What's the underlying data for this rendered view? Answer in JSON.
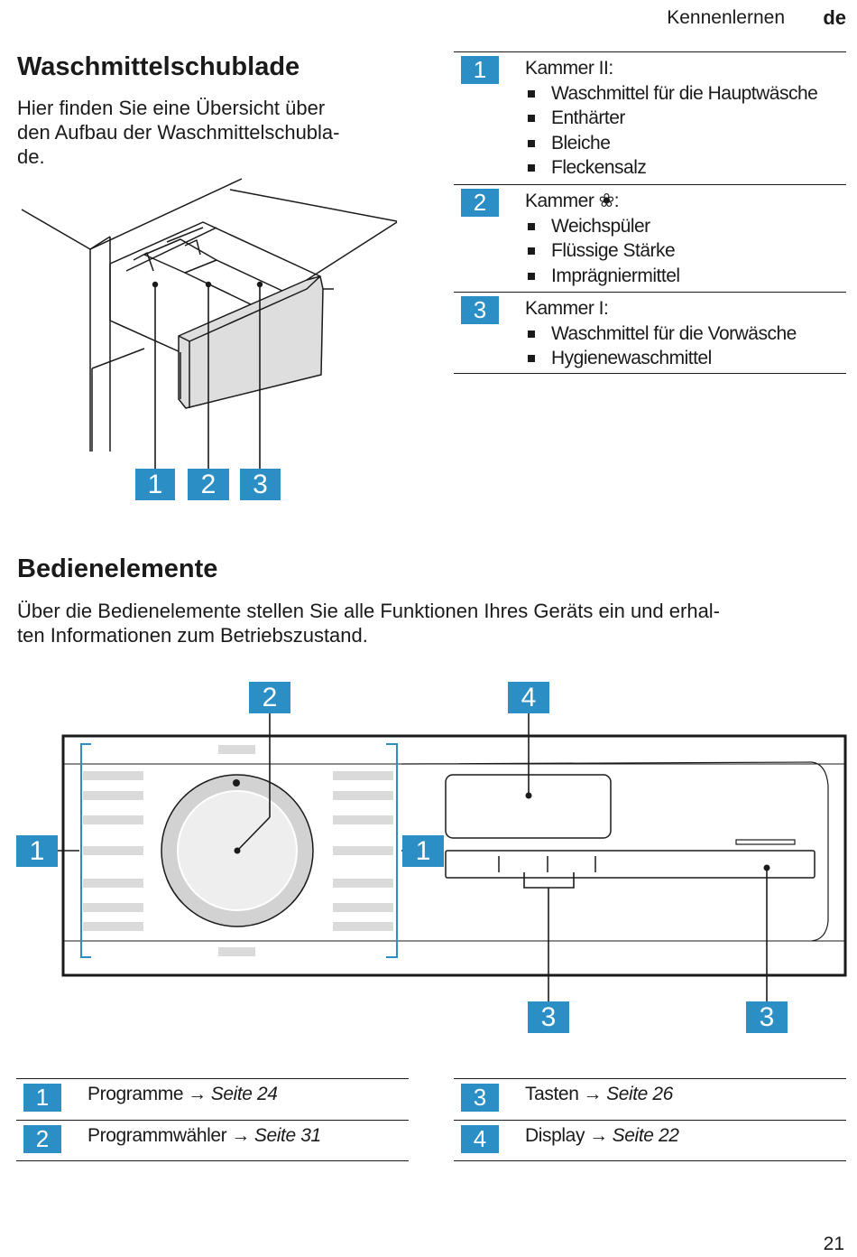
{
  "header": {
    "section": "Kennenlernen",
    "lang": "de"
  },
  "drawer": {
    "title": "Waschmittelschublade",
    "intro": "Hier finden Sie eine Übersicht über den Aufbau der Waschmittelschublade.",
    "intro_lines": [
      "Hier finden Sie eine Übersicht über",
      "den Aufbau der Waschmittelschubla-",
      "de."
    ],
    "callouts": [
      "1",
      "2",
      "3"
    ],
    "chambers": [
      {
        "num": "1",
        "label": "Kammer II:",
        "items": [
          "Waschmittel für die Hauptwäsche",
          "Enthärter",
          "Bleiche",
          "Fleckensalz"
        ]
      },
      {
        "num": "2",
        "label": "Kammer ❀:",
        "items": [
          "Weichspüler",
          "Flüssige Stärke",
          "Imprägniermittel"
        ]
      },
      {
        "num": "3",
        "label": "Kammer I:",
        "items": [
          "Waschmittel für die Vorwäsche",
          "Hygienewaschmittel"
        ]
      }
    ]
  },
  "controls": {
    "title": "Bedienelemente",
    "intro_lines": [
      "Über die Bedienelemente stellen Sie alle Funktionen Ihres Geräts ein und erhal-",
      "ten Informationen zum Betriebszustand."
    ],
    "callouts": {
      "top_dial": "2",
      "top_display": "4",
      "left": "1",
      "mid": "1",
      "bottom_left": "3",
      "bottom_right": "3"
    },
    "references": [
      {
        "num": "1",
        "label": "Programme",
        "page": "Seite 24"
      },
      {
        "num": "2",
        "label": "Programmwähler",
        "page": "Seite 31"
      },
      {
        "num": "3",
        "label": "Tasten",
        "page": "Seite 26"
      },
      {
        "num": "4",
        "label": "Display",
        "page": "Seite 22"
      }
    ],
    "arrow": "→"
  },
  "page_number": "21",
  "colors": {
    "accent": "#2b8fc6",
    "text": "#1a1a1a",
    "drawer_gray": "#e0e0e0"
  }
}
